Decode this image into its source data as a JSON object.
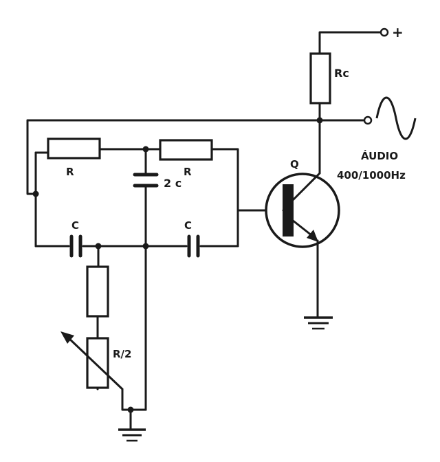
{
  "labels": {
    "supply": "+",
    "collector_resistor": "Rc",
    "transistor": "Q",
    "output_title": "ÁUDIO",
    "output_freq": "400/1000Hz",
    "resistor_left": "R",
    "resistor_right": "R",
    "capacitor_mid": "2 c",
    "capacitor_left": "C",
    "capacitor_right": "C",
    "pot": "R/2"
  },
  "colors": {
    "ink": "#1a1a1a",
    "paper": "#ffffff"
  }
}
